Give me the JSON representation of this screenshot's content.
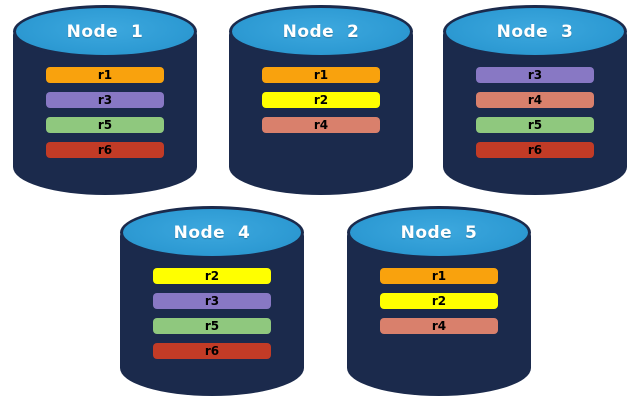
{
  "diagram": {
    "description_colors": {
      "background": "#FFFFFF",
      "cylinder_body": "#1B2A4C",
      "cylinder_top": "#2E9BD4",
      "title_text": "#FFFFFF",
      "replica_text": "#000000"
    },
    "replica_colors": {
      "r1": "#F9A20D",
      "r2": "#FFFF00",
      "r3": "#8878C4",
      "r4": "#D9806C",
      "r5": "#8FC87E",
      "r6": "#C23B26"
    },
    "nodes": [
      {
        "id": "node-1",
        "label": "Node  1",
        "replicas": [
          "r1",
          "r3",
          "r5",
          "r6"
        ]
      },
      {
        "id": "node-2",
        "label": "Node  2",
        "replicas": [
          "r1",
          "r2",
          "r4"
        ]
      },
      {
        "id": "node-3",
        "label": "Node  3",
        "replicas": [
          "r3",
          "r4",
          "r5",
          "r6"
        ]
      },
      {
        "id": "node-4",
        "label": "Node  4",
        "replicas": [
          "r2",
          "r3",
          "r5",
          "r6"
        ]
      },
      {
        "id": "node-5",
        "label": "Node  5",
        "replicas": [
          "r1",
          "r2",
          "r4"
        ]
      }
    ]
  }
}
